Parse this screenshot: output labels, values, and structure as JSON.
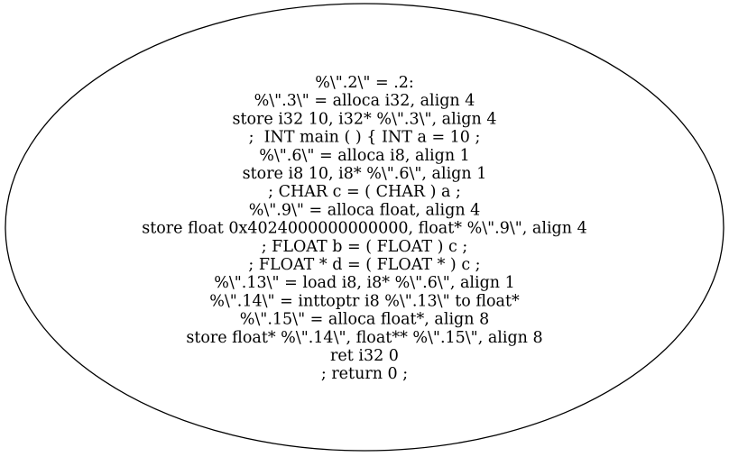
{
  "node": {
    "lines": [
      "%\\\".2\\\" = .2:",
      "%\\\".3\\\" = alloca i32, align 4",
      "store i32 10, i32* %\\\".3\\\", align 4",
      ";  INT main ( ) { INT a = 10 ;",
      "%\\\".6\\\" = alloca i8, align 1",
      "store i8 10, i8* %\\\".6\\\", align 1",
      "; CHAR c = ( CHAR ) a ;",
      "%\\\".9\\\" = alloca float, align 4",
      "store float 0x4024000000000000, float* %\\\".9\\\", align 4",
      "; FLOAT b = ( FLOAT ) c ;",
      "; FLOAT * d = ( FLOAT * ) c ;",
      "%\\\".13\\\" = load i8, i8* %\\\".6\\\", align 1",
      "%\\\".14\\\" = inttoptr i8 %\\\".13\\\" to float*",
      "%\\\".15\\\" = alloca float*, align 8",
      "store float* %\\\".14\\\", float** %\\\".15\\\", align 8",
      "ret i32 0",
      "; return 0 ;"
    ],
    "stroke_color": "#000000",
    "fill_color": "#ffffff",
    "text_color": "#000000"
  }
}
